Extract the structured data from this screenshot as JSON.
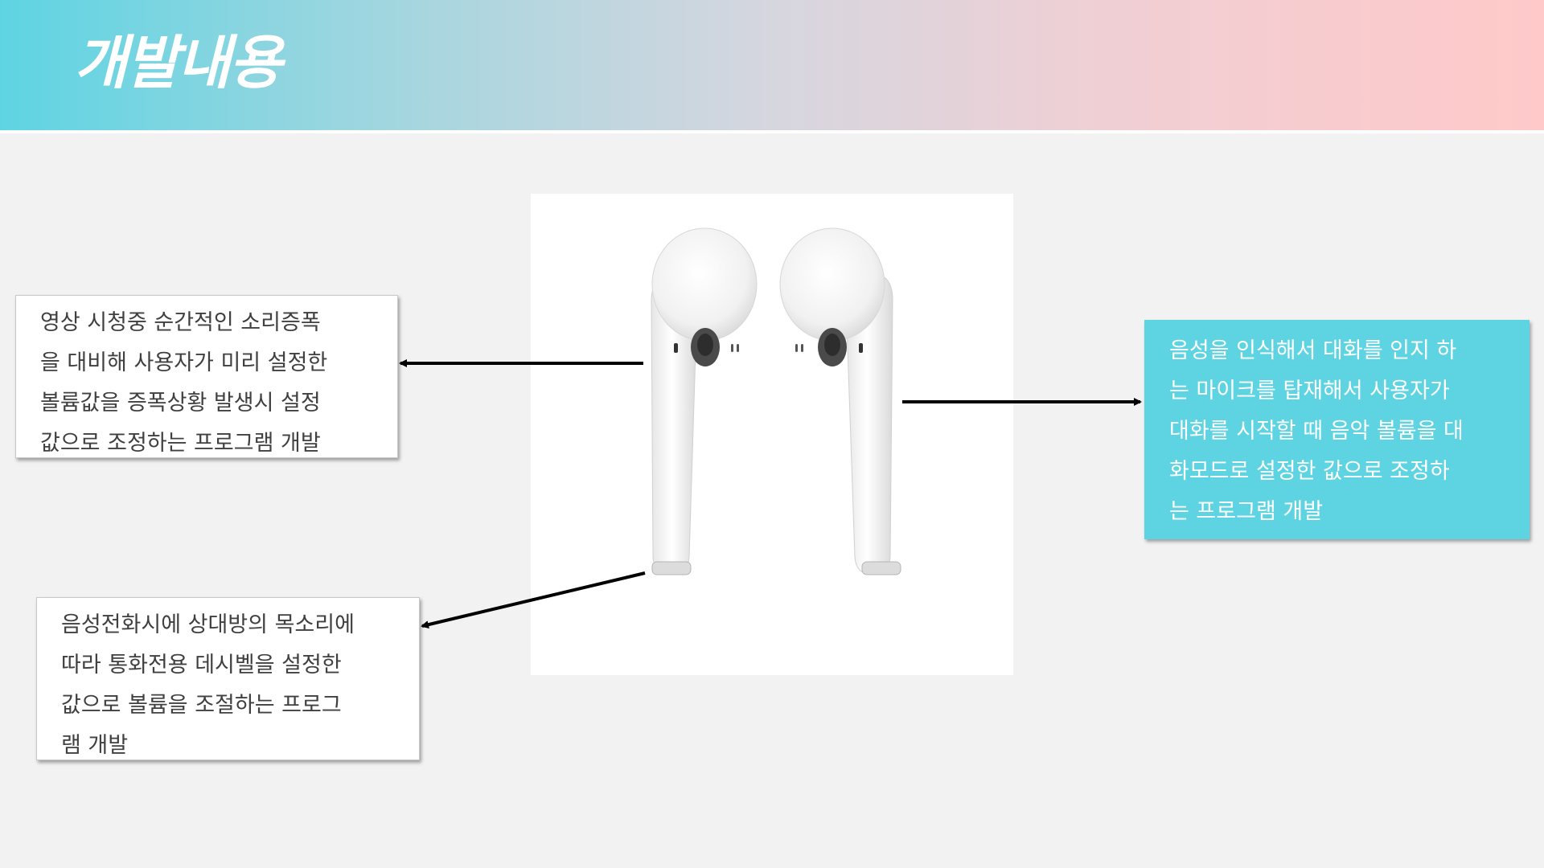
{
  "slide": {
    "title": "개발내용",
    "colors": {
      "header_gradient": [
        "#5ed4e2",
        "#ffc9c9"
      ],
      "accent": "#5ed4e2",
      "background": "#f2f2f2"
    }
  },
  "image": {
    "subject": "airpods-photo"
  },
  "notes": {
    "left_top": {
      "lines": [
        "영상 시청중 순간적인 소리증폭",
        "을 대비해 사용자가 미리 설정한",
        "볼륨값을 증폭상황 발생시 설정",
        "값으로 조정하는 프로그램 개발"
      ]
    },
    "left_bottom": {
      "lines": [
        "음성전화시에 상대방의 목소리에",
        "따라 통화전용 데시벨을 설정한",
        "값으로 볼륨을 조절하는 프로그",
        "램 개발"
      ]
    },
    "right": {
      "lines": [
        "음성을 인식해서 대화를 인지 하",
        "는 마이크를 탑재해서 사용자가",
        "대화를 시작할 때 음악 볼륨을 대",
        "화모드로 설정한 값으로 조정하",
        "는 프로그램 개발"
      ]
    }
  }
}
